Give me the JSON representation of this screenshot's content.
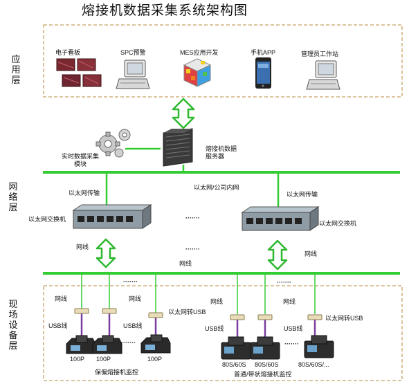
{
  "title": "熔接机数据采集系统架构图",
  "layers": {
    "app": "应用层",
    "network": "网络层",
    "field": "现场设备层"
  },
  "app_items": {
    "board": "电子看板",
    "spc": "SPC预警",
    "mes": "MES应用开发",
    "mobile": "手机APP",
    "admin": "管理员工作站"
  },
  "center": {
    "module": "实时数据采集模块",
    "server": "熔接机数据服务器"
  },
  "network": {
    "eth_left": "以太网传输",
    "eth_center": "以太网/公司内网",
    "eth_right": "以太网传输",
    "switch_left": "以太网交换机",
    "switch_right": "以太网交换机",
    "dots": "·······",
    "cable_left": "网线",
    "cable_center": "网线",
    "cable_right": "网线"
  },
  "field": {
    "dots": "·······",
    "cable1": "网线",
    "cable2": "网线",
    "cable3": "网线",
    "cable4": "网线",
    "usb1": "USB线",
    "usb2": "USB线",
    "usb3": "USB线",
    "usb4": "USB线",
    "conv_left": "以太网转USB",
    "conv_right": "以太网转USB",
    "m100_1": "100P",
    "m100_2": "100P",
    "m100_3": "100P",
    "m80_1": "80S/60S",
    "m80_2": "80S/60S",
    "m80_3": "80S/60S/...",
    "group_left": "保偏熔接机监控",
    "group_right": "普通/带状熔接机监控"
  },
  "colors": {
    "bus_green": "#33cc33",
    "frame": "#c8a064",
    "arrow_green": "#2db82d",
    "usb_purple": "#7a3fa0"
  }
}
